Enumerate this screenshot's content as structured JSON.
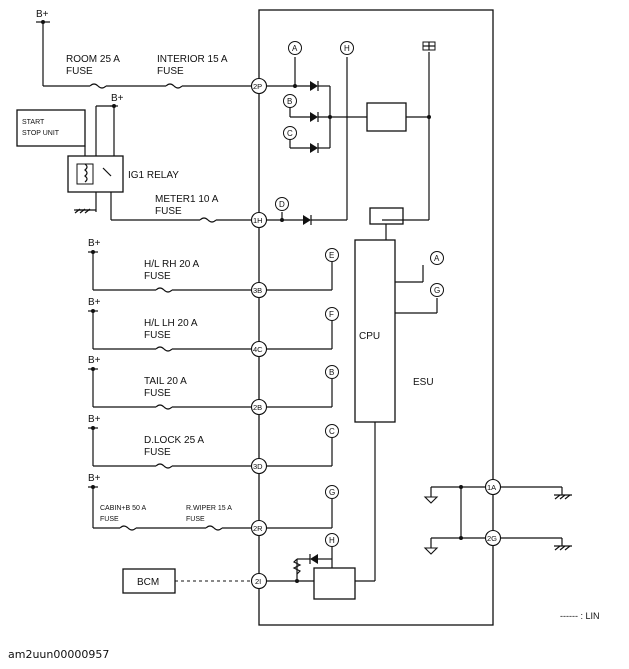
{
  "diagram": {
    "supply_label": "B+",
    "left_boxes": {
      "start_stop_unit": "START STOP UNIT",
      "ig1_relay": "IG1 RELAY",
      "bcm": "BCM"
    },
    "module": {
      "esu": "ESU",
      "cpu": "CPU"
    },
    "fuses": {
      "room": [
        "ROOM 25 A",
        "FUSE"
      ],
      "interior": [
        "INTERIOR 15 A",
        "FUSE"
      ],
      "meter1": [
        "METER1 10 A",
        "FUSE"
      ],
      "hl_rh": [
        "H/L RH 20 A",
        "FUSE"
      ],
      "hl_lh": [
        "H/L LH 20 A",
        "FUSE"
      ],
      "tail": [
        "TAIL 20 A",
        "FUSE"
      ],
      "dlock": [
        "D.LOCK 25 A",
        "FUSE"
      ],
      "cabin": [
        "CABIN+B 50 A",
        "FUSE"
      ],
      "rwiper": [
        "R.WIPER 15 A",
        "FUSE"
      ]
    },
    "pins": [
      "2P",
      "1H",
      "3B",
      "4C",
      "2B",
      "3D",
      "2R",
      "2I",
      "1A",
      "2G"
    ],
    "circle_labels": {
      "A": "A",
      "B": "B",
      "C": "C",
      "D": "D",
      "E": "E",
      "F": "F",
      "G": "G",
      "H": "H"
    },
    "legend": "------ : LIN",
    "caption": "am2uun00000957"
  }
}
